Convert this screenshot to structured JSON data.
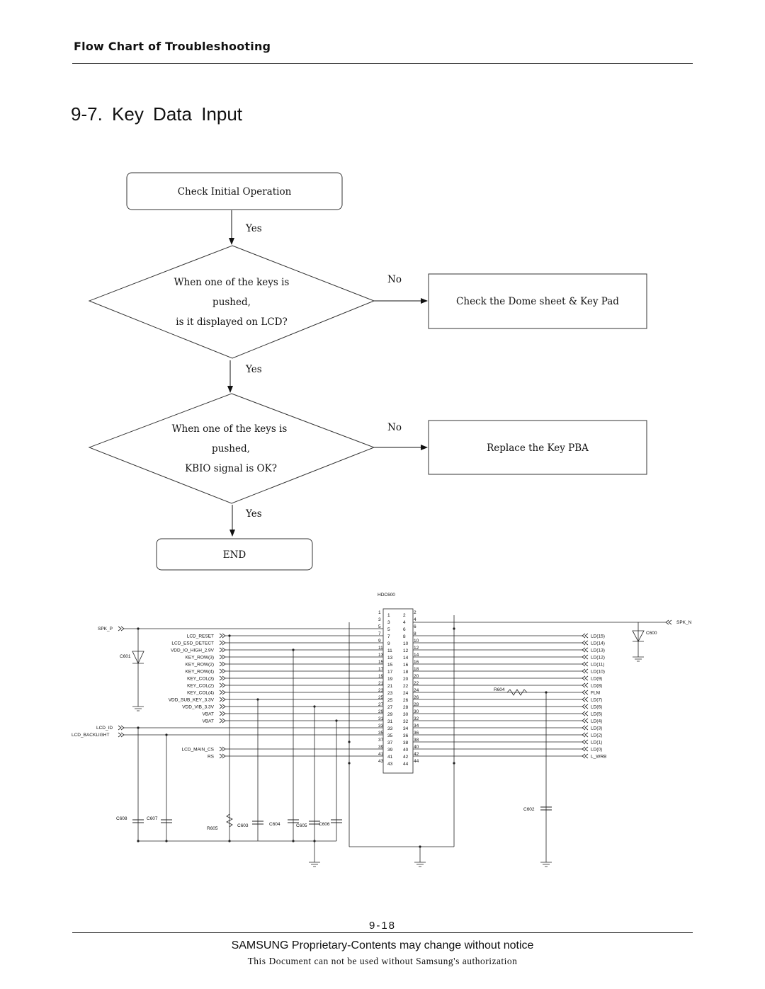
{
  "header": {
    "section": "Flow Chart of Troubleshooting",
    "title": "9-7. Key Data Input"
  },
  "flowchart": {
    "start": "Check Initial Operation",
    "yes1": "Yes",
    "decision1": [
      "When one of the keys is",
      "pushed,",
      "is it displayed on LCD?"
    ],
    "no1": "No",
    "action1": "Check the Dome sheet & Key Pad",
    "yes2": "Yes",
    "decision2": [
      "When one of the keys is",
      "pushed,",
      "KBIO signal is OK?"
    ],
    "no2": "No",
    "action2": "Replace the Key PBA",
    "yes3": "Yes",
    "end": "END"
  },
  "schematic": {
    "connector": "HDC600",
    "left_ports": [
      "SPK_P",
      "LCD_ID",
      "LCD_BACKLIGHT"
    ],
    "right_port": "SPK_N",
    "left_signals": [
      "LCD_RESET",
      "LCD_ESD_DETECT",
      "VDD_IO_HIGH_2.9V",
      "KEY_ROW(3)",
      "KEY_ROW(2)",
      "KEY_ROW(4)",
      "KEY_COL(3)",
      "KEY_COL(2)",
      "KEY_COL(4)",
      "VDD_SUB_KEY_3.3V",
      "VDD_VIB_3.3V",
      "VBAT",
      "VBAT",
      "LCD_MAIN_CS",
      "RS"
    ],
    "right_signals": [
      "LD(15)",
      "LD(14)",
      "LD(13)",
      "LD(12)",
      "LD(11)",
      "LD(10)",
      "LD(9)",
      "LD(8)",
      "FLM",
      "LD(7)",
      "LD(6)",
      "LD(5)",
      "LD(4)",
      "LD(3)",
      "LD(2)",
      "LD(1)",
      "LD(0)",
      "L_WRB"
    ],
    "components": [
      "C600",
      "C601",
      "C602",
      "C603",
      "C604",
      "C605",
      "C606",
      "C607",
      "C608",
      "R604",
      "R605"
    ]
  },
  "footer": {
    "page_number": "9-18",
    "notice": "SAMSUNG Proprietary-Contents may change without notice",
    "authorization": "This Document can not be used without Samsung's authorization"
  }
}
